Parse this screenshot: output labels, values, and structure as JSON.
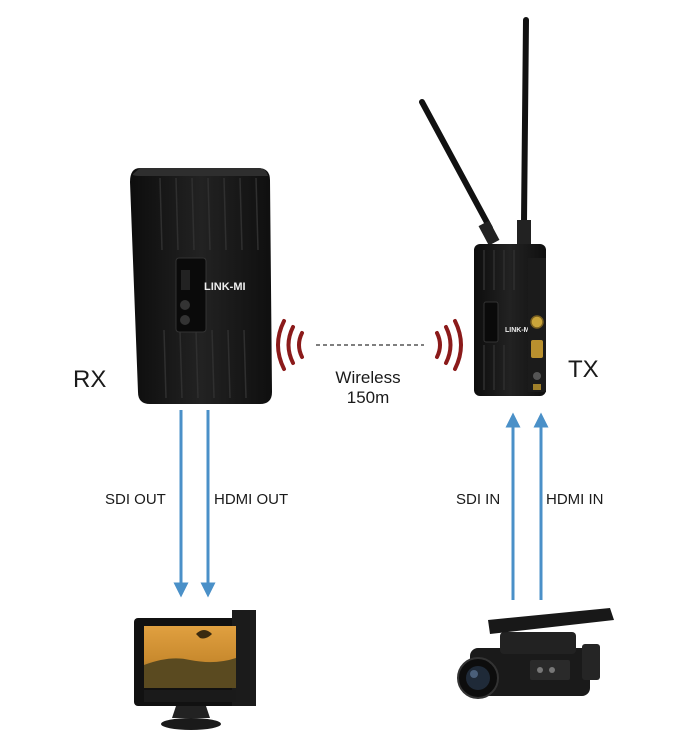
{
  "receiver": {
    "label": "RX",
    "brand": "LINK-MI"
  },
  "transmitter": {
    "label": "TX",
    "brand": "LINK-MI"
  },
  "link": {
    "line1": "Wireless",
    "line2": "150m"
  },
  "outputs": {
    "sdi": "SDI OUT",
    "hdmi": "HDMI OUT"
  },
  "inputs": {
    "sdi": "SDI IN",
    "hdmi": "HDMI IN"
  },
  "colors": {
    "arrow": "#4a90c8",
    "signal": "#8b1a1a",
    "device": "#151515"
  },
  "icons": [
    "receiver-device",
    "transmitter-device",
    "antenna",
    "wireless-signal-icon",
    "monitor",
    "camcorder"
  ]
}
